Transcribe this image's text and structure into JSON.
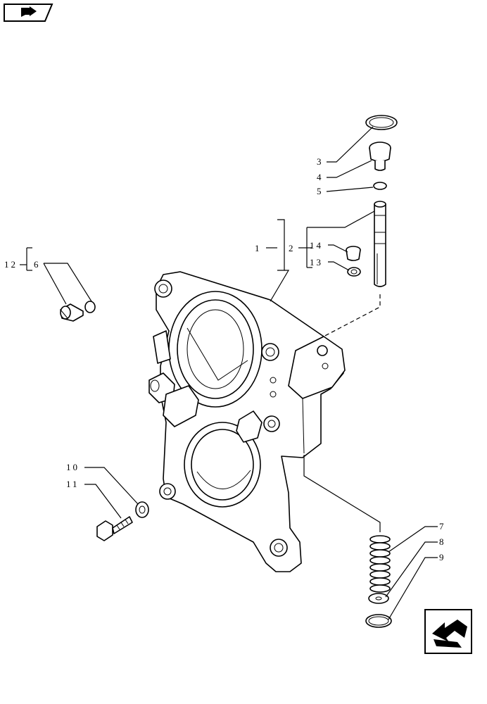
{
  "callouts": {
    "c1": "1",
    "c2": "2",
    "c3": "3",
    "c4": "4",
    "c5": "5",
    "c6": "6",
    "c7": "7",
    "c8": "8",
    "c9": "9",
    "c10": "10",
    "c11": "11",
    "c12": "12",
    "c13": "13",
    "c14": "14"
  },
  "icons": {
    "top_left": "page-nav-arrow-icon",
    "bottom_right": "direction-arrow-icon"
  },
  "colors": {
    "ink": "#000000",
    "paper": "#ffffff"
  }
}
